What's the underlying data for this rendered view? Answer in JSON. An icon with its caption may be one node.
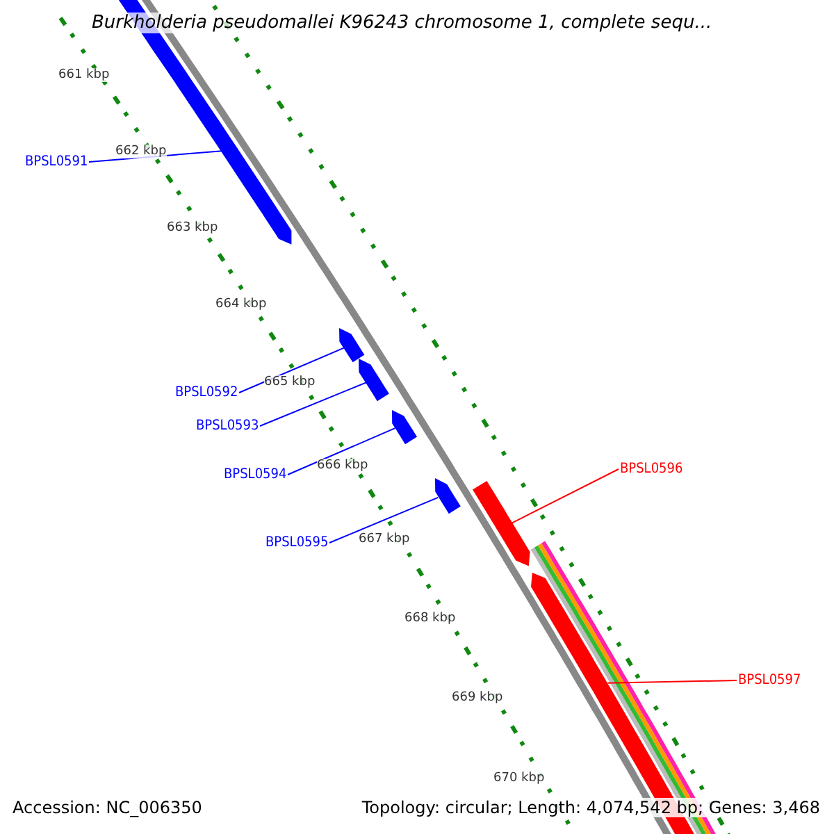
{
  "diagram": {
    "title": "Burkholderia pseudomallei K96243 chromosome 1, complete sequ...",
    "nodes": [
      {
        "text": [
          "BPSL0591"
        ]
      },
      {
        "text": [
          "BPSL0592"
        ]
      },
      {
        "text": [
          "BPSL0593"
        ]
      },
      {
        "text": [
          "BPSL0594"
        ]
      },
      {
        "text": [
          "BPSL0595"
        ]
      },
      {
        "text": [
          "BPSL0596"
        ]
      },
      {
        "text": [
          "BPSL0597"
        ]
      },
      {
        "text": [],
        "shape": "bar"
      },
      {
        "text": [],
        "shape": "bar"
      },
      {
        "text": [],
        "shape": "bar"
      },
      {
        "text": [],
        "shape": "bar"
      },
      {
        "text": [],
        "shape": "bar"
      },
      {
        "text": [],
        "shape": "bar"
      },
      {
        "text": [],
        "shape": "bar"
      }
    ],
    "edges": [
      {
        "from": 0,
        "to": 7,
        "arrow": "none"
      },
      {
        "from": 1,
        "to": 8,
        "arrow": "none"
      },
      {
        "from": 2,
        "to": 9,
        "arrow": "none"
      },
      {
        "from": 3,
        "to": 10,
        "arrow": "none"
      },
      {
        "from": 4,
        "to": 11,
        "arrow": "none"
      },
      {
        "from": 5,
        "to": 12,
        "arrow": "none",
        "color": "#ff0000"
      },
      {
        "from": 6,
        "to": 13,
        "arrow": "none",
        "color": "#ff0000"
      }
    ],
    "labels": [
      "661 kbp",
      "662 kbp",
      "663 kbp",
      "664 kbp",
      "665 kbp",
      "666 kbp",
      "667 kbp",
      "668 kbp",
      "669 kbp",
      "670 kbp",
      "Accession: NC_006350",
      "Topology: circular; Length: 4,074,542 bp; Genes: 3,468"
    ]
  }
}
